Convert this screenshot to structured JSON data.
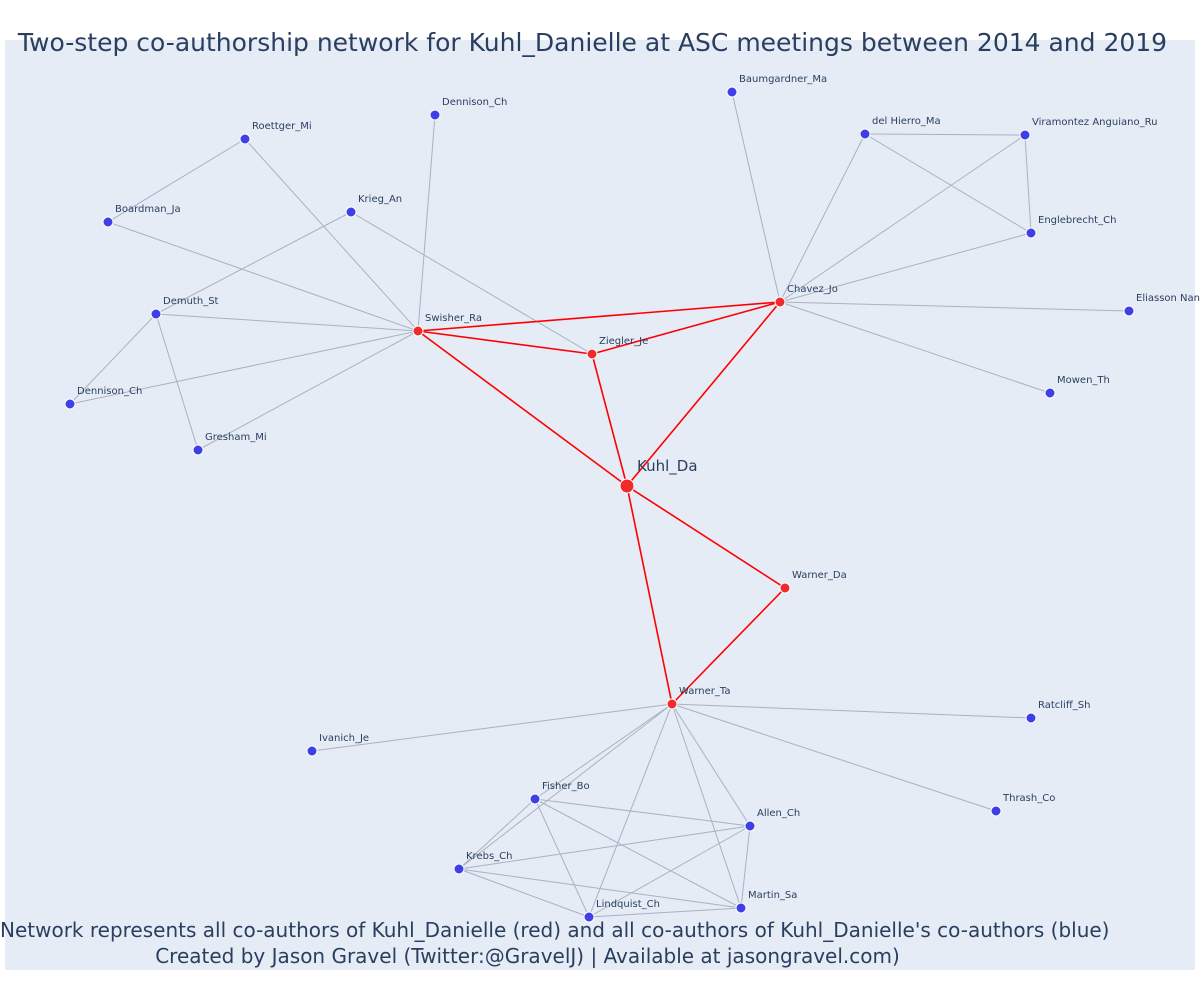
{
  "title": "Two-step co-authorship network for Kuhl_Danielle at ASC meetings between 2014 and 2019",
  "footer": {
    "line1": "Network represents all co-authors of Kuhl_Danielle (red) and all co-authors of Kuhl_Danielle's co-authors (blue)",
    "line2": "Created by Jason Gravel (Twitter:@GravelJ) | Available at jasongravel.com)"
  },
  "colors": {
    "background": "#e5ecf6",
    "focal_node": "#ef2b2b",
    "coauthor_node": "#ef2b2b",
    "second_step_node": "#3f3fe8",
    "focal_edge": "#ff0000",
    "other_edge": "#aab1c2",
    "text": "#2a3f5f"
  },
  "network": {
    "focal": "Kuhl_Da",
    "nodes": [
      {
        "id": "Kuhl_Da",
        "group": "focal"
      },
      {
        "id": "Swisher_Ra",
        "group": "coauthor"
      },
      {
        "id": "Ziegler_Je",
        "group": "coauthor"
      },
      {
        "id": "Chavez_Jo",
        "group": "coauthor"
      },
      {
        "id": "Warner_Da",
        "group": "coauthor"
      },
      {
        "id": "Warner_Ta",
        "group": "coauthor"
      },
      {
        "id": "Baumgardner_Ma",
        "group": "second"
      },
      {
        "id": "Dennison_Ch",
        "group": "second"
      },
      {
        "id": "Roettger_Mi",
        "group": "second"
      },
      {
        "id": "Boardman_Ja",
        "group": "second"
      },
      {
        "id": "Krieg_An",
        "group": "second"
      },
      {
        "id": "Demuth_St",
        "group": "second"
      },
      {
        "id": "Dennison_Ch",
        "group": "second",
        "key": "Dennison_Ch_2"
      },
      {
        "id": "Gresham_Mi",
        "group": "second"
      },
      {
        "id": "del Hierro_Ma",
        "group": "second"
      },
      {
        "id": "Viramontez Anguiano_Ru",
        "group": "second"
      },
      {
        "id": "Englebrecht_Ch",
        "group": "second"
      },
      {
        "id": "Eliasson Nan",
        "group": "second"
      },
      {
        "id": "Mowen_Th",
        "group": "second"
      },
      {
        "id": "Ivanich_Je",
        "group": "second"
      },
      {
        "id": "Ratcliff_Sh",
        "group": "second"
      },
      {
        "id": "Thrash_Co",
        "group": "second"
      },
      {
        "id": "Fisher_Bo",
        "group": "second"
      },
      {
        "id": "Allen_Ch",
        "group": "second"
      },
      {
        "id": "Krebs_Ch",
        "group": "second"
      },
      {
        "id": "Lindquist_Ch",
        "group": "second"
      },
      {
        "id": "Martin_Sa",
        "group": "second"
      }
    ],
    "focal_edges": [
      [
        "Kuhl_Da",
        "Swisher_Ra"
      ],
      [
        "Kuhl_Da",
        "Ziegler_Je"
      ],
      [
        "Kuhl_Da",
        "Chavez_Jo"
      ],
      [
        "Kuhl_Da",
        "Warner_Da"
      ],
      [
        "Kuhl_Da",
        "Warner_Ta"
      ],
      [
        "Swisher_Ra",
        "Ziegler_Je"
      ],
      [
        "Swisher_Ra",
        "Chavez_Jo"
      ],
      [
        "Ziegler_Je",
        "Chavez_Jo"
      ],
      [
        "Warner_Da",
        "Warner_Ta"
      ]
    ],
    "other_edges": [
      [
        "Swisher_Ra",
        "Dennison_Ch"
      ],
      [
        "Swisher_Ra",
        "Roettger_Mi"
      ],
      [
        "Swisher_Ra",
        "Boardman_Ja"
      ],
      [
        "Swisher_Ra",
        "Demuth_St"
      ],
      [
        "Swisher_Ra",
        "Dennison_Ch_2"
      ],
      [
        "Swisher_Ra",
        "Gresham_Mi"
      ],
      [
        "Roettger_Mi",
        "Boardman_Ja"
      ],
      [
        "Krieg_An",
        "Demuth_St"
      ],
      [
        "Krieg_An",
        "Ziegler_Je"
      ],
      [
        "Demuth_St",
        "Dennison_Ch_2"
      ],
      [
        "Demuth_St",
        "Gresham_Mi"
      ],
      [
        "Chavez_Jo",
        "Baumgardner_Ma"
      ],
      [
        "Chavez_Jo",
        "del Hierro_Ma"
      ],
      [
        "Chavez_Jo",
        "Viramontez Anguiano_Ru"
      ],
      [
        "Chavez_Jo",
        "Englebrecht_Ch"
      ],
      [
        "Chavez_Jo",
        "Eliasson Nan"
      ],
      [
        "Chavez_Jo",
        "Mowen_Th"
      ],
      [
        "del Hierro_Ma",
        "Viramontez Anguiano_Ru"
      ],
      [
        "del Hierro_Ma",
        "Englebrecht_Ch"
      ],
      [
        "Viramontez Anguiano_Ru",
        "Englebrecht_Ch"
      ],
      [
        "Warner_Ta",
        "Ivanich_Je"
      ],
      [
        "Warner_Ta",
        "Ratcliff_Sh"
      ],
      [
        "Warner_Ta",
        "Thrash_Co"
      ],
      [
        "Warner_Ta",
        "Fisher_Bo"
      ],
      [
        "Warner_Ta",
        "Allen_Ch"
      ],
      [
        "Warner_Ta",
        "Krebs_Ch"
      ],
      [
        "Warner_Ta",
        "Lindquist_Ch"
      ],
      [
        "Warner_Ta",
        "Martin_Sa"
      ],
      [
        "Fisher_Bo",
        "Allen_Ch"
      ],
      [
        "Fisher_Bo",
        "Krebs_Ch"
      ],
      [
        "Fisher_Bo",
        "Lindquist_Ch"
      ],
      [
        "Fisher_Bo",
        "Martin_Sa"
      ],
      [
        "Allen_Ch",
        "Krebs_Ch"
      ],
      [
        "Allen_Ch",
        "Lindquist_Ch"
      ],
      [
        "Allen_Ch",
        "Martin_Sa"
      ],
      [
        "Krebs_Ch",
        "Lindquist_Ch"
      ],
      [
        "Krebs_Ch",
        "Martin_Sa"
      ],
      [
        "Lindquist_Ch",
        "Martin_Sa"
      ]
    ]
  }
}
